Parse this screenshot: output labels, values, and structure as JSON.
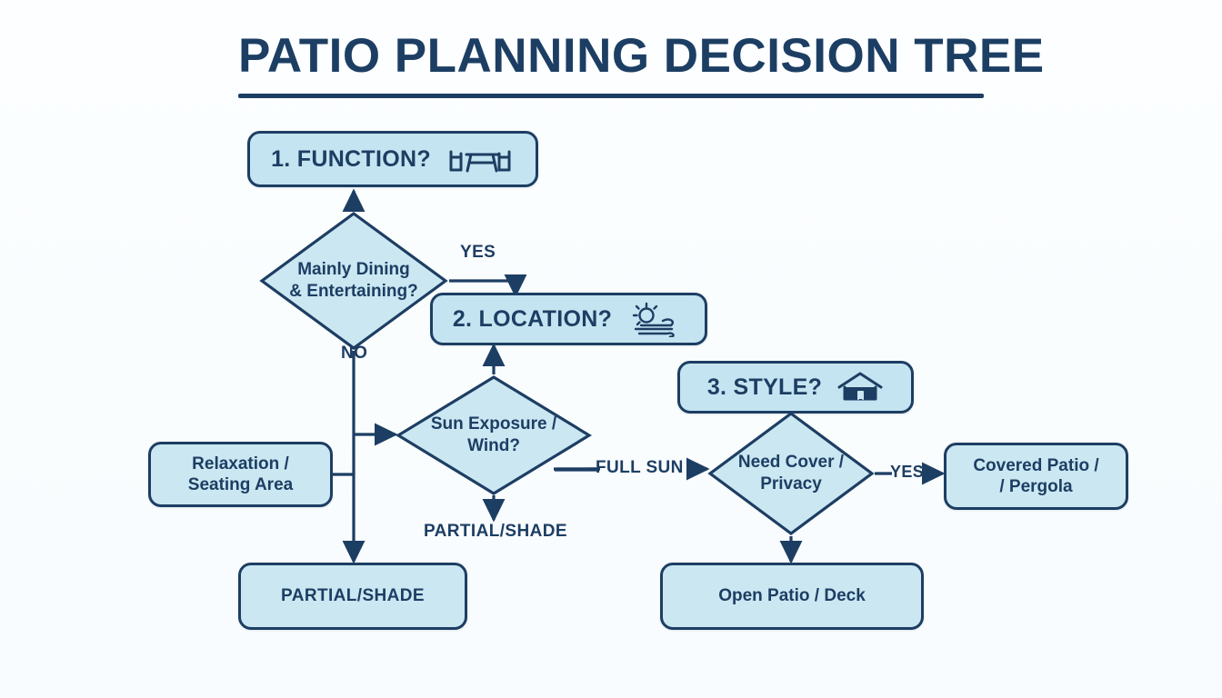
{
  "page": {
    "title": "PATIO PLANNING DECISION TREE",
    "background_color": "#fdfeff",
    "accent_color": "#1d3e63",
    "node_fill_color": "#cbe7f2"
  },
  "nodes": {
    "step1_header": {
      "label": "1. FUNCTION?",
      "icon": "patio-furniture-icon"
    },
    "step2_header": {
      "label": "2. LOCATION?",
      "icon": "sun-wind-icon"
    },
    "step3_header": {
      "label": "3. STYLE?",
      "icon": "house-icon"
    },
    "decision1": {
      "label": "Mainly Dining\n& Entertaining?"
    },
    "decision2": {
      "label": "Sun Exposure /\nWind?"
    },
    "decision3": {
      "label": "Need Cover /\nPrivacy"
    },
    "outcome_relaxation": {
      "label": "Relaxation /\nSeating Area"
    },
    "outcome_partial_shade": {
      "label": "PARTIAL/SHADE"
    },
    "outcome_open_patio": {
      "label": "Open Patio / Deck"
    },
    "outcome_covered_patio": {
      "label": "Covered Patio /\n/ Pergola"
    }
  },
  "edge_labels": {
    "yes_to_location": "YES",
    "no_to_relaxation": "NO",
    "full_sun": "FULL SUN",
    "partial_shade": "PARTIAL/SHADE",
    "yes_to_covered": "YES"
  }
}
